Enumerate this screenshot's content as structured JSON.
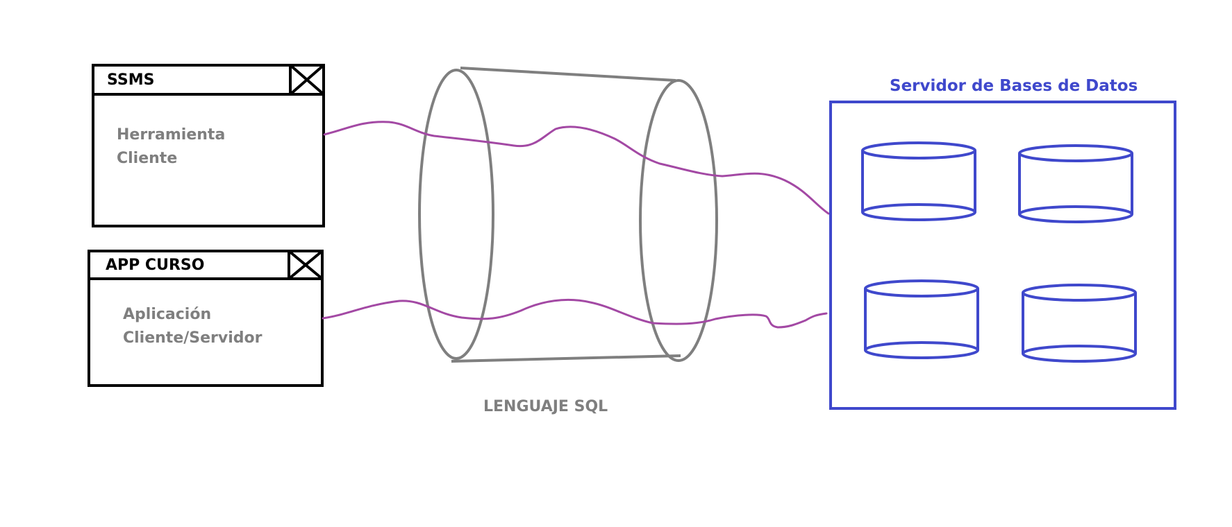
{
  "windows": [
    {
      "title": "SSMS",
      "lines": [
        "Herramienta",
        "Cliente"
      ]
    },
    {
      "title": "APP CURSO",
      "lines": [
        "Aplicación",
        "Cliente/Servidor"
      ]
    }
  ],
  "pipe": {
    "caption": "LENGUAJE SQL"
  },
  "server": {
    "title": "Servidor de Bases de Datos",
    "database_count": 4
  },
  "colors": {
    "window_stroke": "#000000",
    "window_text": "#7f7f7f",
    "pipe_stroke": "#7f7f7f",
    "connection_line": "#a349a4",
    "server_stroke": "#3f48cc"
  }
}
